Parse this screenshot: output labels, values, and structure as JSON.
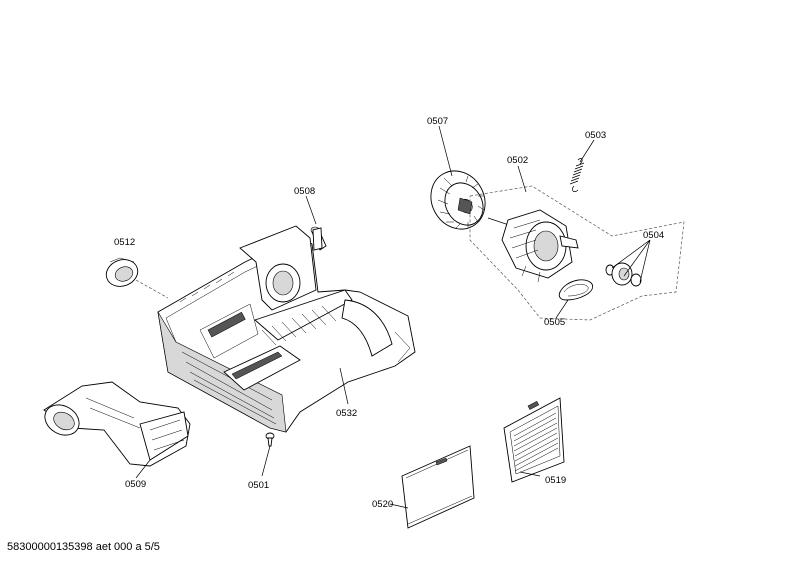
{
  "document": {
    "id_text": "58300000135398 aet 000 a 5/5"
  },
  "parts": [
    {
      "key": "p0507",
      "label": "0507"
    },
    {
      "key": "p0503",
      "label": "0503"
    },
    {
      "key": "p0502",
      "label": "0502"
    },
    {
      "key": "p0508",
      "label": "0508"
    },
    {
      "key": "p0504",
      "label": "0504"
    },
    {
      "key": "p0512",
      "label": "0512"
    },
    {
      "key": "p0505",
      "label": "0505"
    },
    {
      "key": "p0532",
      "label": "0532"
    },
    {
      "key": "p0509",
      "label": "0509"
    },
    {
      "key": "p0501",
      "label": "0501"
    },
    {
      "key": "p0519",
      "label": "0519"
    },
    {
      "key": "p0520",
      "label": "0520"
    }
  ]
}
